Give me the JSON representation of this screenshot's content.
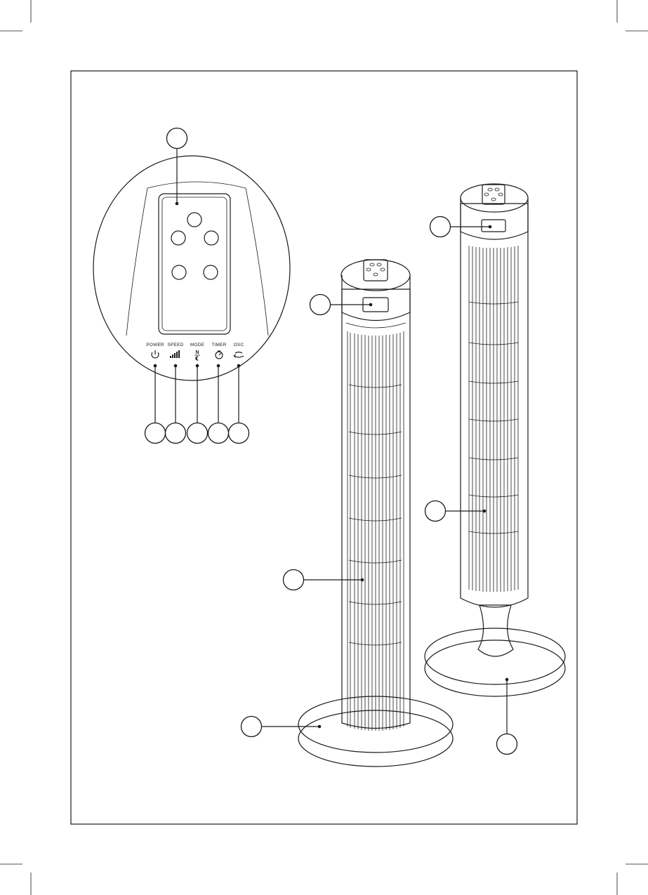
{
  "control_panel": {
    "labels": [
      {
        "id": "power",
        "text": "POWER",
        "icon": "power-icon"
      },
      {
        "id": "speed",
        "text": "SPEED",
        "icon": "speed-bars-icon"
      },
      {
        "id": "mode",
        "text": "MODE",
        "icon": "mode-icon",
        "symbol": "N"
      },
      {
        "id": "timer",
        "text": "TIMER",
        "icon": "timer-clock-icon"
      },
      {
        "id": "osc",
        "text": "OSC",
        "icon": "oscillation-arrow-icon"
      }
    ]
  },
  "colors": {
    "line": "#1a1a1a",
    "background": "#ffffff"
  }
}
